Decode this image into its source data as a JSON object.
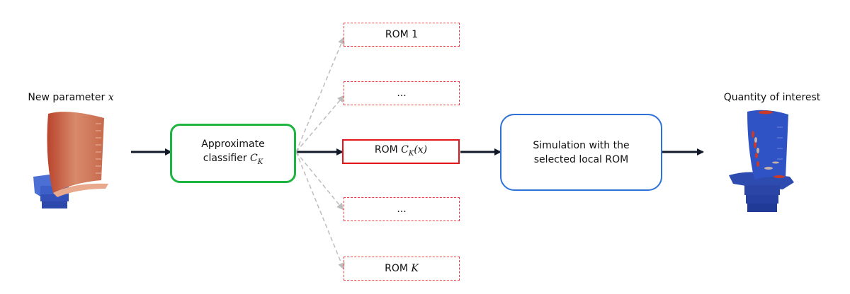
{
  "input": {
    "label_prefix": "New parameter ",
    "label_var": "x",
    "image": "turbine-blade-input-icon"
  },
  "classifier": {
    "line1": "Approximate",
    "line2_prefix": "classifier ",
    "symbol": "C",
    "subscript": "K"
  },
  "roms": {
    "first": "ROM 1",
    "ellipsis_top": "...",
    "selected": {
      "prefix": "ROM ",
      "symbol": "C",
      "subscript": "K",
      "arg": "(x)"
    },
    "ellipsis_bottom": "...",
    "last_prefix": "ROM ",
    "last_var": "K"
  },
  "simulation": {
    "line1": "Simulation with the",
    "line2": "selected local ROM"
  },
  "output": {
    "label": "Quantity of interest",
    "image": "turbine-blade-result-icon"
  },
  "colors": {
    "classifier": "#1db43f",
    "rom": "#e3151a",
    "simulation": "#2e72d8",
    "arrow": "#111827",
    "dashed_arrow": "#bdbdbd"
  }
}
